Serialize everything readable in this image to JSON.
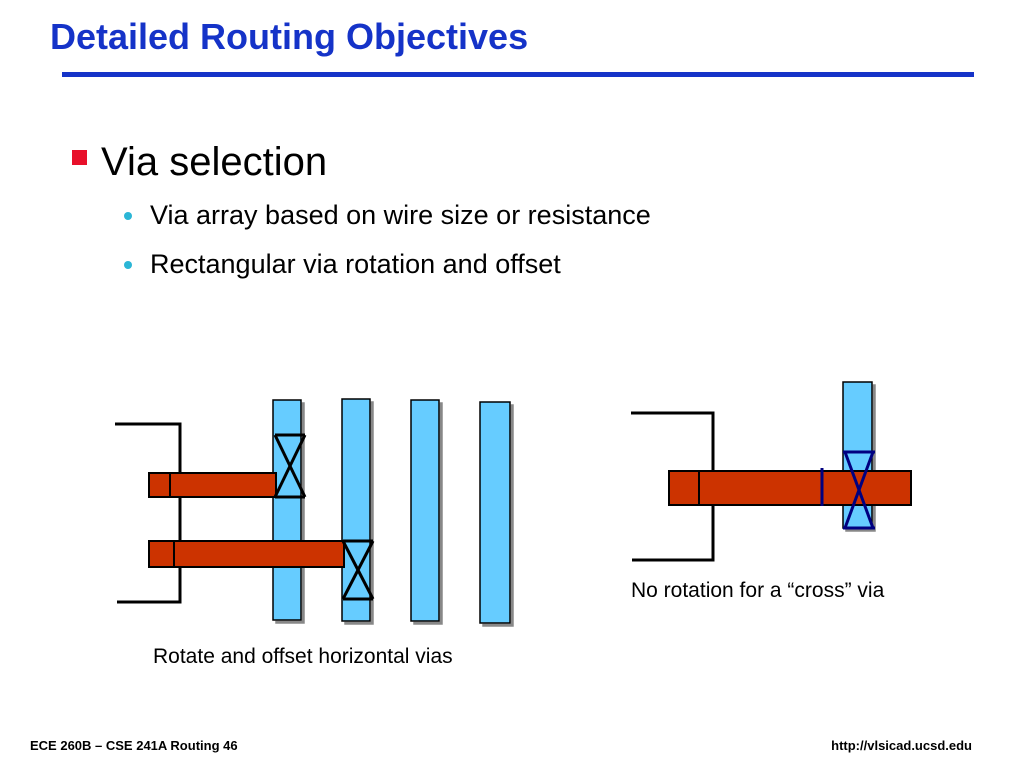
{
  "title": "Detailed Routing Objectives",
  "bullet": {
    "text": "Via selection",
    "sub_items": [
      "Via array based on wire size or resistance",
      "Rectangular via rotation and offset"
    ]
  },
  "captions": {
    "left": "Rotate and offset horizontal vias",
    "right": "No rotation for a “cross” via"
  },
  "footer": {
    "left": "ECE 260B – CSE 241A Routing 46",
    "right": "http://vlsicad.ucsd.edu"
  },
  "colors": {
    "title": "#1533c8",
    "bullet_square": "#e8102a",
    "sub_bullet": "#2bb6d6",
    "vertical_wire": "#66ccff",
    "horizontal_wire": "#cc3300",
    "via_outline": "#000080"
  }
}
